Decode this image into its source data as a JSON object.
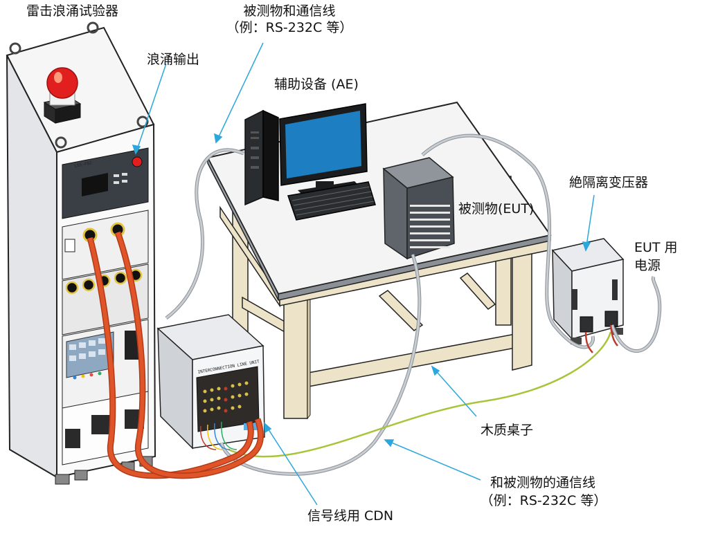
{
  "labels": {
    "surge_tester": "雷击浪涌试验器",
    "surge_output": "浪涌输出",
    "eut_line_top_1": "被测物和通信线",
    "eut_line_top_2": "（例：RS-232C 等）",
    "ae": "辅助设备 (AE)",
    "eut": "被测物(EUT)",
    "isolation_transformer": "絶隔离变压器",
    "eut_power_1": "EUT 用",
    "eut_power_2": "电源",
    "wooden_table": "木质桌子",
    "comm_line_bottom_1": "和被测物的通信线",
    "comm_line_bottom_2": "（例：RS-232C 等）",
    "cdn": "信号线用 CDN"
  },
  "panel_text": {
    "tester_model": "LSS-F02",
    "cdn_plate": "INTERCONNECTION LINE UNIT"
  },
  "colors": {
    "leader": "#2ba7dc",
    "surge_cable": "#e0542a",
    "ground_cable": "#a8c43a",
    "gray_cable": "#c8cdd2",
    "table_top": "#f4f4f4",
    "table_wood": "#ede3c9",
    "monitor_screen": "#1d7fc1",
    "beacon": "#e11f1f"
  },
  "icons": [
    "warning-beacon",
    "pc-tower",
    "monitor",
    "keyboard",
    "eut-box",
    "transformer-box",
    "cdn-box",
    "power-plug"
  ]
}
